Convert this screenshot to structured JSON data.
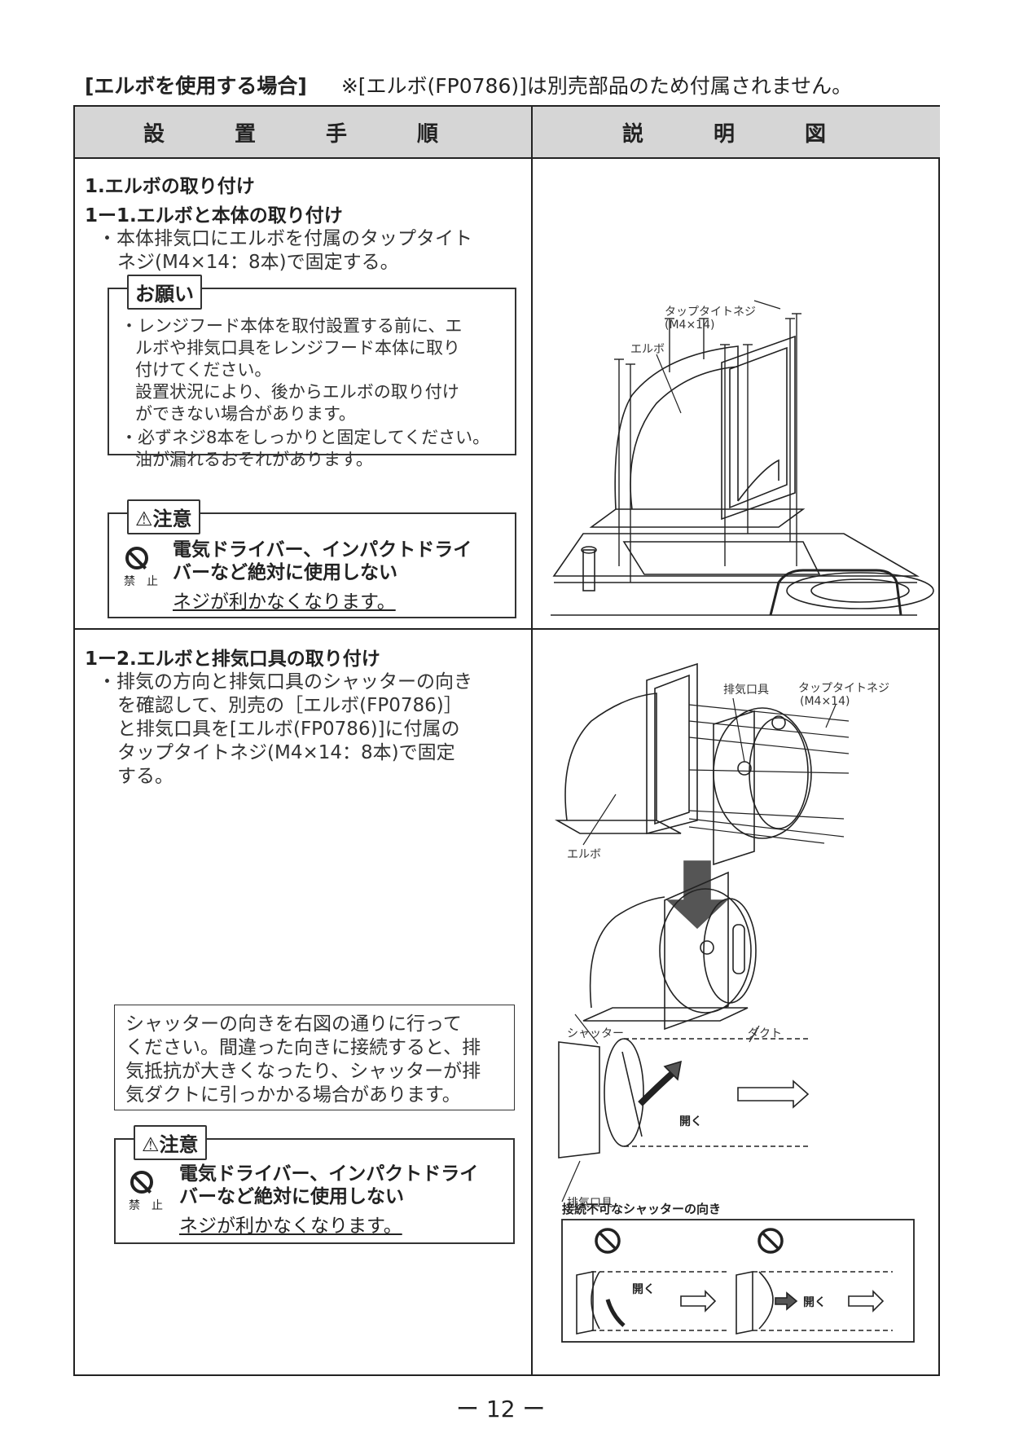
{
  "header": {
    "title": "[エルボを使用する場合]",
    "note": "※[エルボ(FP0786)]は別売部品のため付属されません。"
  },
  "table": {
    "col_left": "設　置　手　順",
    "col_right": "説　明　図"
  },
  "step1": {
    "heading": "1.エルボの取り付け",
    "sub_heading": "1ー1.エルボと本体の取り付け",
    "text_line1": "・本体排気口にエルボを付属のタップタイト",
    "text_line2": "ネジ(M4×14：8本)で固定する。",
    "request": {
      "tag": "お願い",
      "lines": [
        "・レンジフード本体を取付設置する前に、エ",
        "ルボや排気口具をレンジフード本体に取り",
        "付けてください。",
        "設置状況により、後からエルボの取り付け",
        "ができない場合があります。",
        "・必ずネジ8本をしっかりと固定してください。",
        "油が漏れるおそれがあります。"
      ]
    },
    "caution": {
      "tag": "⚠注意",
      "bold1": "電気ドライバー、インパクトドライ",
      "bold2": "バーなど絶対に使用しない",
      "underline": "ネジが利かなくなります。",
      "kinshi": "禁　止"
    },
    "figure": {
      "screw_label1": "タップタイトネジ",
      "screw_label2": "(M4×14)",
      "elbow_label": "エルボ"
    }
  },
  "step2": {
    "sub_heading": "1ー2.エルボと排気口具の取り付け",
    "lines": [
      "・排気の方向と排気口具のシャッターの向き",
      "を確認して、別売の［エルボ(FP0786)］",
      "と排気口具を[エルボ(FP0786)]に付属の",
      "タップタイトネジ(M4×14：8本)で固定",
      "する。"
    ],
    "note_lines": [
      "シャッターの向きを右図の通りに行って",
      "ください。間違った向きに接続すると、排",
      "気抵抗が大きくなったり、シャッターが排",
      "気ダクトに引っかかる場合があります。"
    ],
    "caution": {
      "tag": "⚠注意",
      "bold1": "電気ドライバー、インパクトドライ",
      "bold2": "バーなど絶対に使用しない",
      "underline": "ネジが利かなくなります。",
      "kinshi": "禁　止"
    },
    "figure": {
      "outlet_label": "排気口具",
      "screw_label1": "タップタイトネジ",
      "screw_label2": "(M4×14)",
      "elbow_label": "エルボ",
      "shutter_label": "シャッター",
      "duct_label": "ダクト",
      "open_label": "開く",
      "outlet_label2": "排気口具",
      "wrong_title": "接続不可なシャッターの向き",
      "wrong_open1": "開く",
      "wrong_open2": "開く"
    }
  },
  "footer": {
    "page": "ー 12 ー"
  }
}
